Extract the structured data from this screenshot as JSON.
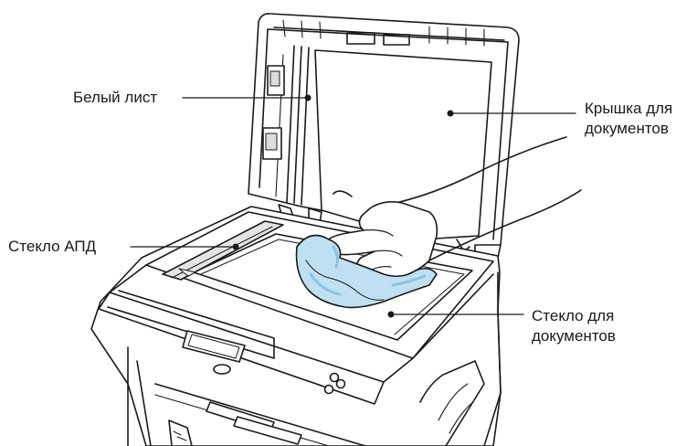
{
  "labels": {
    "white_sheet": "Белый лист",
    "adf_glass": "Стекло АПД",
    "cover": [
      "Крышка для",
      "документов"
    ],
    "doc_glass": [
      "Стекло для",
      "документов"
    ]
  },
  "colors": {
    "line": "#1a1a1a",
    "cloth": "#bfe0f2",
    "cloth_shade": "#8cc3e0",
    "body": "#ffffff",
    "rail_shade": "#e4e4e4"
  }
}
